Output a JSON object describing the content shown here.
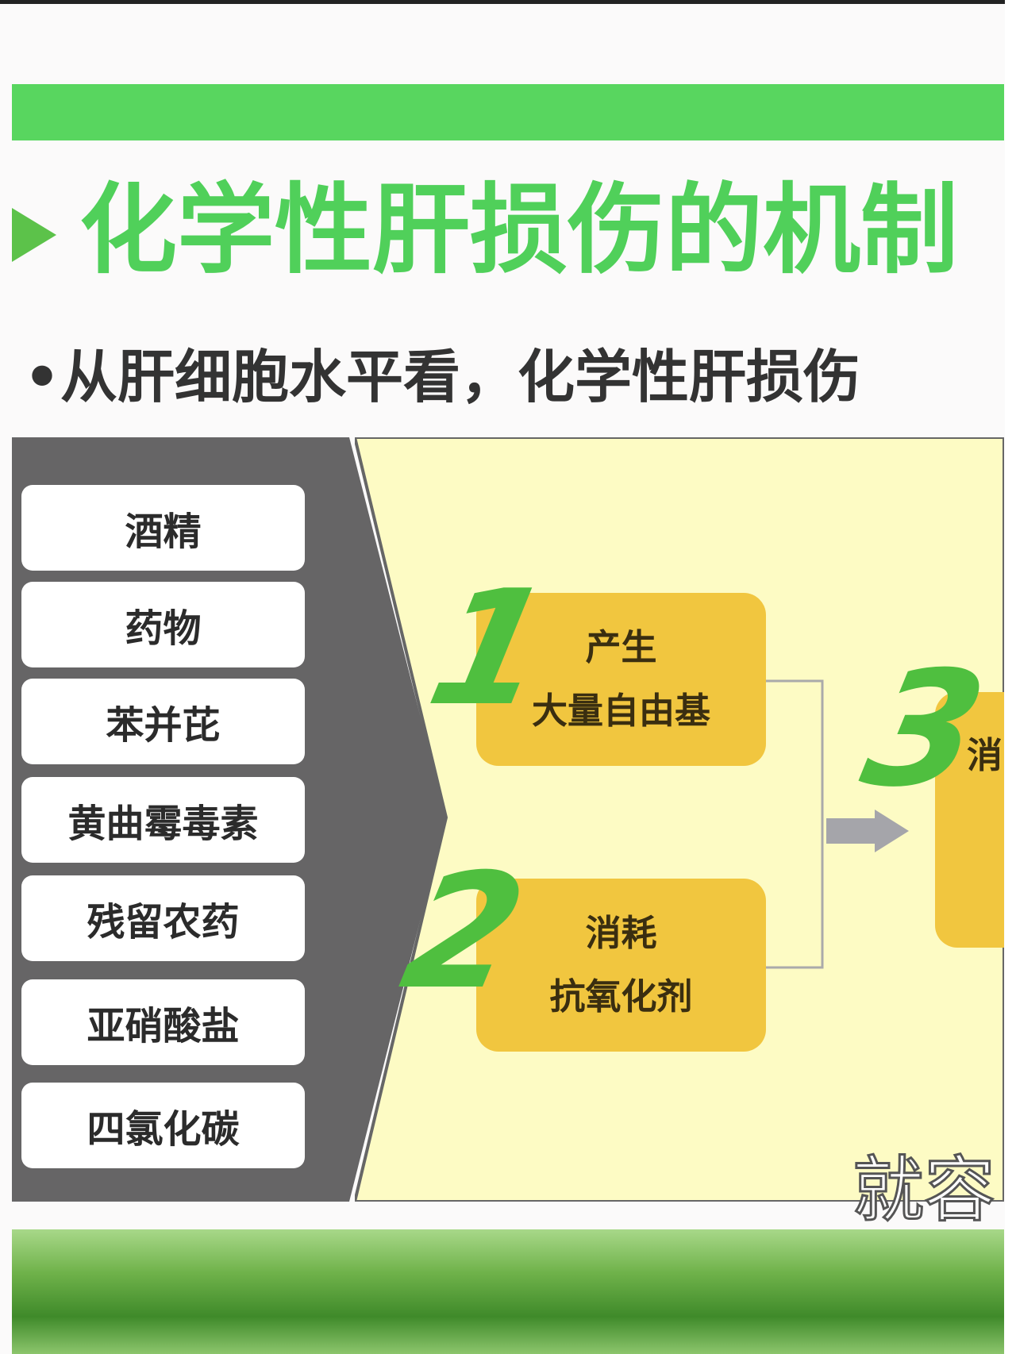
{
  "slide": {
    "title": "化学性肝损伤的机制",
    "subtitle": "•从肝细胞水平看，化学性肝损伤",
    "sources": [
      "酒精",
      "药物",
      "苯并芘",
      "黄曲霉毒素",
      "残留农药",
      "亚硝酸盐",
      "四氯化碳"
    ],
    "steps": [
      {
        "number": "1",
        "lines": [
          "产生",
          "大量自由基"
        ]
      },
      {
        "number": "2",
        "lines": [
          "消耗",
          "抗氧化剂"
        ]
      },
      {
        "number": "3",
        "lines": [
          "消"
        ]
      }
    ],
    "caption": "就容",
    "colors": {
      "accent_green": "#58d65f",
      "box_yellow": "#f1c63f",
      "panel_gray": "#666566",
      "panel_yellow": "#fdfbc4"
    }
  }
}
